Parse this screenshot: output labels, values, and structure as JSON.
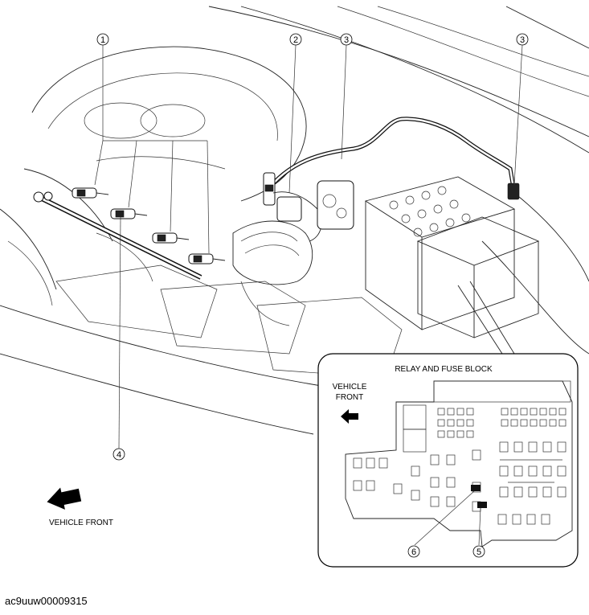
{
  "callouts": {
    "c1": "1",
    "c2": "2",
    "c3a": "3",
    "c3b": "3",
    "c4": "4",
    "c5": "5",
    "c6": "6"
  },
  "inset_title": "RELAY AND FUSE BLOCK",
  "inset_vehicle_front_line1": "VEHICLE",
  "inset_vehicle_front_line2": "FRONT",
  "vehicle_front": "VEHICLE FRONT",
  "figure_id": "ac9uuw00009315"
}
